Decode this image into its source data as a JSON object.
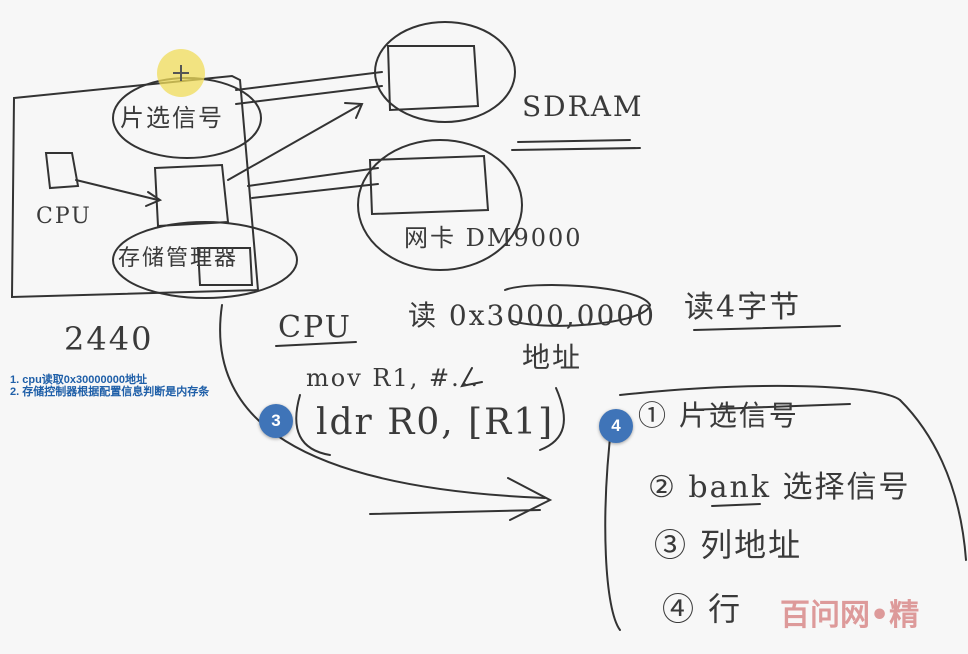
{
  "whiteboard": {
    "labels": {
      "chip_select": "片选信号",
      "sdram": "SDRAM",
      "cpu_box": "CPU",
      "memory_controller": "存储管理器",
      "nic": "网卡 DM9000",
      "soc": "2440",
      "cpu_heading": "CPU",
      "read_address": "读 0x3000,0000",
      "read_bytes": "读4字节",
      "address": "地址",
      "mov_instr": "mov R1, #...",
      "ldr_instr": "ldr R0, [R1]",
      "step1": "① 片选信号",
      "step2": "② bank 选择信号",
      "step3": "③ 列地址",
      "step4": "④ 行"
    },
    "notes": [
      "1. cpu读取0x30000000地址",
      "2. 存储控制器根据配置信息判断是内存条"
    ],
    "badges": [
      "3",
      "4"
    ],
    "watermark": "百问网•精"
  }
}
